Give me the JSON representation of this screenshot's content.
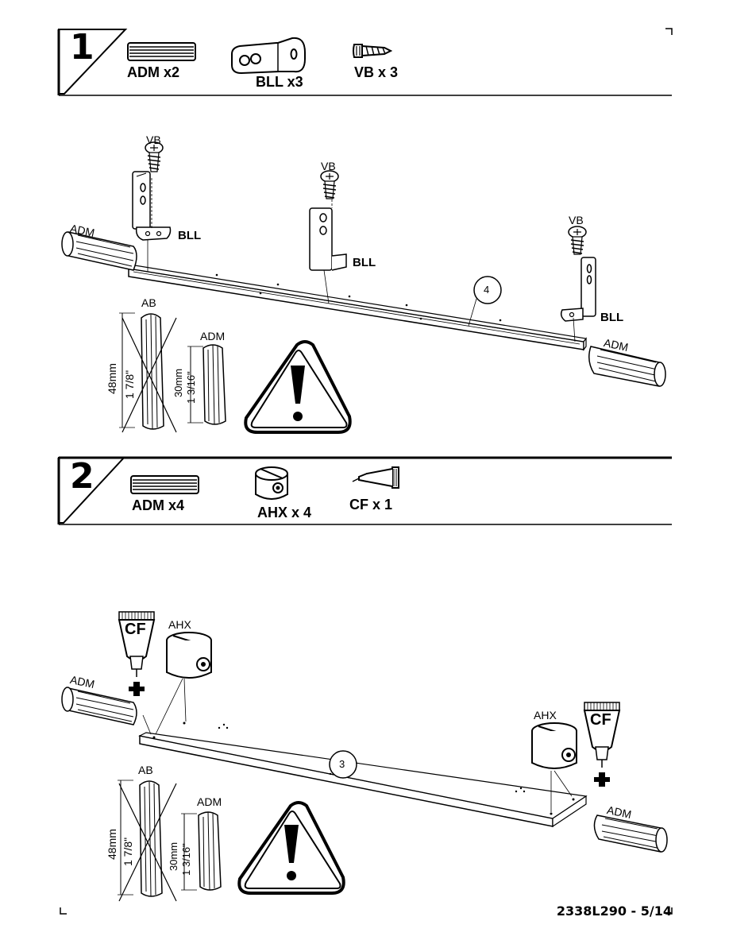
{
  "step1": {
    "number": "1",
    "parts": [
      {
        "code": "ADM",
        "label": "ADM x2"
      },
      {
        "code": "BLL",
        "label": "BLL x3"
      },
      {
        "code": "VB",
        "label": "VB x 3"
      }
    ],
    "callouts": {
      "vb": "VB",
      "bll": "BLL",
      "adm": "ADM",
      "panel": "4",
      "ab": "AB"
    },
    "dims": {
      "ab_mm": "48mm",
      "ab_in": "1  7/8\"",
      "adm_mm": "30mm",
      "adm_in": "1  3/16\""
    }
  },
  "step2": {
    "number": "2",
    "parts": [
      {
        "code": "ADM",
        "label": "ADM x4"
      },
      {
        "code": "AHX",
        "label": "AHX x 4"
      },
      {
        "code": "CF",
        "label": "CF x 1"
      }
    ],
    "callouts": {
      "cf": "CF",
      "ahx": "AHX",
      "adm": "ADM",
      "panel": "3",
      "ab": "AB"
    },
    "dims": {
      "ab_mm": "48mm",
      "ab_in": "1  7/8\"",
      "adm_mm": "30mm",
      "adm_in": "1  3/16\""
    }
  },
  "footer": "2338L290 - 5/14"
}
